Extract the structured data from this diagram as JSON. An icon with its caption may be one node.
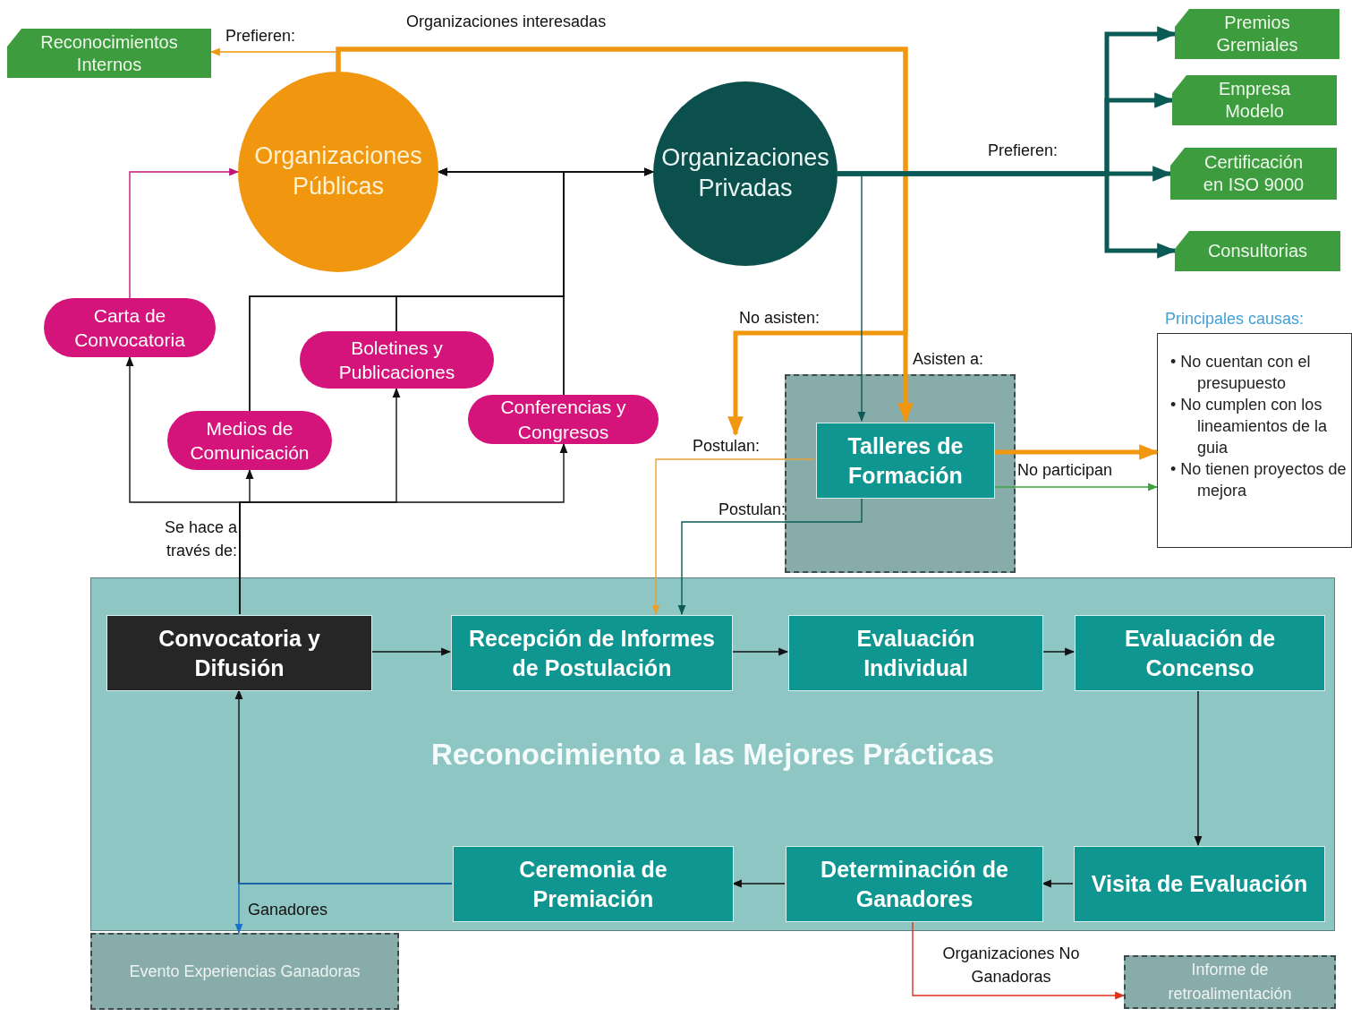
{
  "diagram": {
    "nodes": [
      {
        "text": [
          "Reconocimientos Internos"
        ]
      },
      {
        "text": [
          "Organizaciones Públicas"
        ]
      },
      {
        "text": [
          "Organizaciones Privadas"
        ]
      },
      {
        "text": [
          "Premios Gremiales"
        ]
      },
      {
        "text": [
          "Empresa Modelo"
        ]
      },
      {
        "text": [
          "Certificación en ISO 9000"
        ]
      },
      {
        "text": [
          "Consultorias"
        ]
      },
      {
        "text": [
          "Carta de Convocatoria"
        ]
      },
      {
        "text": [
          "Medios de Comunicación"
        ]
      },
      {
        "text": [
          "Boletines y Publicaciones"
        ]
      },
      {
        "text": [
          "Conferencias y Congresos"
        ]
      },
      {
        "text": [],
        "shape": "box"
      },
      {
        "text": [
          "Talleres de Formación"
        ],
        "in": 11
      },
      {
        "text": [
          "Principales causas:",
          "• No cuentan con el presupuesto",
          "• No cumplen con los lineamientos de la guia",
          "• No tienen proyectos de mejora"
        ]
      },
      {
        "text": [
          "Reconocimiento a las Mejores Prácticas"
        ]
      },
      {
        "text": [
          "Convocatoria y Difusión"
        ],
        "in": 14
      },
      {
        "text": [
          "Recepción de Informes de Postulación"
        ],
        "in": 14
      },
      {
        "text": [
          "Evaluación Individual"
        ],
        "in": 14
      },
      {
        "text": [
          "Evaluación de Concenso"
        ],
        "in": 14
      },
      {
        "text": [
          "Visita de Evaluación"
        ],
        "in": 14
      },
      {
        "text": [
          "Determinación de Ganadores"
        ],
        "in": 14
      },
      {
        "text": [
          "Ceremonia de Premiación"
        ],
        "in": 14
      },
      {
        "text": [
          "Evento Experiencias Ganadoras"
        ]
      },
      {
        "text": [
          "Informe de retroalimentación"
        ]
      }
    ],
    "edges": [
      {
        "from": 1,
        "to": 12,
        "arrow": "to",
        "label": "Asisten a:",
        "style": "thick",
        "color": "#f0960f"
      },
      {
        "from": 1,
        "to": 0,
        "arrow": "to",
        "label": "Prefieren:",
        "color": "#f0960f"
      },
      {
        "from": 1,
        "to": null,
        "arrow": "to",
        "label": "No asisten:",
        "style": "thick",
        "color": "#f0960f"
      },
      {
        "from": 1,
        "to": 2,
        "arrow": "both"
      },
      {
        "from": 2,
        "to": 3,
        "arrow": "to",
        "style": "thick",
        "color": "#0b5a55"
      },
      {
        "from": 2,
        "to": 4,
        "arrow": "to",
        "style": "thick",
        "color": "#0b5a55"
      },
      {
        "from": 2,
        "to": 5,
        "arrow": "to",
        "label": "Prefieren:",
        "style": "thick",
        "color": "#0b5a55"
      },
      {
        "from": 2,
        "to": 6,
        "arrow": "to",
        "style": "thick",
        "color": "#0b5a55"
      },
      {
        "from": 2,
        "to": 12,
        "arrow": "to",
        "color": "#0b5a55"
      },
      {
        "from": 7,
        "to": 1,
        "arrow": "to",
        "color": "#c0167a"
      },
      {
        "from": 15,
        "to": 7,
        "arrow": "to"
      },
      {
        "from": 15,
        "to": 8,
        "arrow": "to"
      },
      {
        "from": 15,
        "to": 9,
        "arrow": "to"
      },
      {
        "from": 15,
        "to": 10,
        "arrow": "to"
      },
      {
        "from": 8,
        "to": 1,
        "arrow": "to"
      },
      {
        "from": 8,
        "to": 2,
        "arrow": "to"
      },
      {
        "from": 9,
        "to": 1,
        "arrow": "to"
      },
      {
        "from": 9,
        "to": 2,
        "arrow": "to"
      },
      {
        "from": 10,
        "to": 1,
        "arrow": "to"
      },
      {
        "from": 10,
        "to": 2,
        "arrow": "to"
      },
      {
        "from": 12,
        "to": 13,
        "arrow": "to",
        "style": "thick",
        "color": "#f0960f"
      },
      {
        "from": 12,
        "to": 13,
        "arrow": "to",
        "label": "No participan",
        "color": "#3aa040"
      },
      {
        "from": 12,
        "to": 16,
        "arrow": "to",
        "label": "Postulan:",
        "color": "#e8a030"
      },
      {
        "from": 12,
        "to": 16,
        "arrow": "to",
        "label": "Postulan:",
        "color": "#0b5a55"
      },
      {
        "from": 15,
        "to": 16,
        "arrow": "to"
      },
      {
        "from": 16,
        "to": 17,
        "arrow": "to"
      },
      {
        "from": 17,
        "to": 18,
        "arrow": "to"
      },
      {
        "from": 18,
        "to": 19,
        "arrow": "to"
      },
      {
        "from": 19,
        "to": 20,
        "arrow": "to"
      },
      {
        "from": 20,
        "to": 21,
        "arrow": "to"
      },
      {
        "from": 21,
        "to": 15,
        "arrow": "to"
      },
      {
        "from": 21,
        "to": 22,
        "arrow": "to",
        "label": "Ganadores",
        "color": "#1a70c8"
      },
      {
        "from": 20,
        "to": 23,
        "arrow": "to",
        "label": "Organizaciones No Ganadoras",
        "color": "#e03020"
      }
    ],
    "labels": [
      "Organizaciones interesadas",
      "Se hace a través de:"
    ]
  }
}
